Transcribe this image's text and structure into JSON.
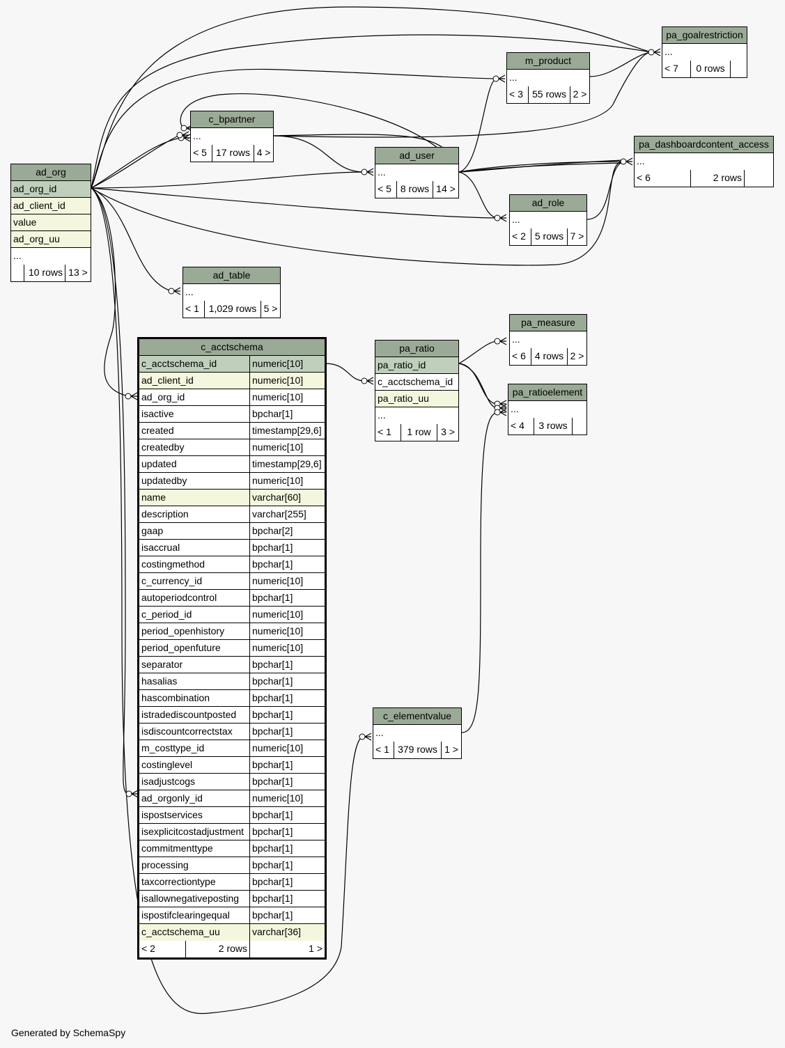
{
  "colors": {
    "background": "#f7f7f7",
    "header": "#9aaa96",
    "primary_key": "#bfcfbb",
    "indexed": "#f4f7de",
    "plain": "#ffffff"
  },
  "footer_note": "Generated by SchemaSpy",
  "tables": {
    "ad_org": {
      "name": "ad_org",
      "columns": [
        {
          "name": "ad_org_id",
          "kind": "pk"
        },
        {
          "name": "ad_client_id",
          "kind": "idx"
        },
        {
          "name": "value",
          "kind": "idx"
        },
        {
          "name": "ad_org_uu",
          "kind": "idx"
        },
        {
          "name": "...",
          "kind": "plain"
        }
      ],
      "parents": "",
      "rows": "10 rows",
      "children": "13 >"
    },
    "c_bpartner": {
      "name": "c_bpartner",
      "columns": [
        {
          "name": "...",
          "kind": "plain"
        }
      ],
      "parents": "< 5",
      "rows": "17 rows",
      "children": "4 >"
    },
    "ad_user": {
      "name": "ad_user",
      "columns": [
        {
          "name": "...",
          "kind": "plain"
        }
      ],
      "parents": "< 5",
      "rows": "8 rows",
      "children": "14 >"
    },
    "m_product": {
      "name": "m_product",
      "columns": [
        {
          "name": "...",
          "kind": "plain"
        }
      ],
      "parents": "< 3",
      "rows": "55 rows",
      "children": "2 >"
    },
    "pa_goalrestriction": {
      "name": "pa_goalrestriction",
      "columns": [
        {
          "name": "...",
          "kind": "plain"
        }
      ],
      "parents": "< 7",
      "rows": "0 rows",
      "children": ""
    },
    "pa_dashboardcontent_access": {
      "name": "pa_dashboardcontent_access",
      "columns": [
        {
          "name": "...",
          "kind": "plain"
        }
      ],
      "parents": "< 6",
      "rows": "2 rows",
      "children": ""
    },
    "ad_role": {
      "name": "ad_role",
      "columns": [
        {
          "name": "...",
          "kind": "plain"
        }
      ],
      "parents": "< 2",
      "rows": "5 rows",
      "children": "7 >"
    },
    "ad_table": {
      "name": "ad_table",
      "columns": [
        {
          "name": "...",
          "kind": "plain"
        }
      ],
      "parents": "< 1",
      "rows": "1,029 rows",
      "children": "5 >"
    },
    "pa_measure": {
      "name": "pa_measure",
      "columns": [
        {
          "name": "...",
          "kind": "plain"
        }
      ],
      "parents": "< 6",
      "rows": "4 rows",
      "children": "2 >"
    },
    "pa_ratioelement": {
      "name": "pa_ratioelement",
      "columns": [
        {
          "name": "...",
          "kind": "plain"
        }
      ],
      "parents": "< 4",
      "rows": "3 rows",
      "children": ""
    },
    "c_elementvalue": {
      "name": "c_elementvalue",
      "columns": [
        {
          "name": "...",
          "kind": "plain"
        }
      ],
      "parents": "< 1",
      "rows": "379 rows",
      "children": "1 >"
    },
    "pa_ratio": {
      "name": "pa_ratio",
      "columns": [
        {
          "name": "pa_ratio_id",
          "kind": "pk"
        },
        {
          "name": "c_acctschema_id",
          "kind": "plain"
        },
        {
          "name": "pa_ratio_uu",
          "kind": "idx"
        },
        {
          "name": "...",
          "kind": "plain"
        }
      ],
      "parents": "< 1",
      "rows": "1 row",
      "children": "3 >"
    },
    "c_acctschema": {
      "name": "c_acctschema",
      "columns": [
        {
          "name": "c_acctschema_id",
          "type": "numeric[10]",
          "kind": "pk"
        },
        {
          "name": "ad_client_id",
          "type": "numeric[10]",
          "kind": "idx"
        },
        {
          "name": "ad_org_id",
          "type": "numeric[10]",
          "kind": "plain"
        },
        {
          "name": "isactive",
          "type": "bpchar[1]",
          "kind": "plain"
        },
        {
          "name": "created",
          "type": "timestamp[29,6]",
          "kind": "plain"
        },
        {
          "name": "createdby",
          "type": "numeric[10]",
          "kind": "plain"
        },
        {
          "name": "updated",
          "type": "timestamp[29,6]",
          "kind": "plain"
        },
        {
          "name": "updatedby",
          "type": "numeric[10]",
          "kind": "plain"
        },
        {
          "name": "name",
          "type": "varchar[60]",
          "kind": "idx"
        },
        {
          "name": "description",
          "type": "varchar[255]",
          "kind": "plain"
        },
        {
          "name": "gaap",
          "type": "bpchar[2]",
          "kind": "plain"
        },
        {
          "name": "isaccrual",
          "type": "bpchar[1]",
          "kind": "plain"
        },
        {
          "name": "costingmethod",
          "type": "bpchar[1]",
          "kind": "plain"
        },
        {
          "name": "c_currency_id",
          "type": "numeric[10]",
          "kind": "plain"
        },
        {
          "name": "autoperiodcontrol",
          "type": "bpchar[1]",
          "kind": "plain"
        },
        {
          "name": "c_period_id",
          "type": "numeric[10]",
          "kind": "plain"
        },
        {
          "name": "period_openhistory",
          "type": "numeric[10]",
          "kind": "plain"
        },
        {
          "name": "period_openfuture",
          "type": "numeric[10]",
          "kind": "plain"
        },
        {
          "name": "separator",
          "type": "bpchar[1]",
          "kind": "plain"
        },
        {
          "name": "hasalias",
          "type": "bpchar[1]",
          "kind": "plain"
        },
        {
          "name": "hascombination",
          "type": "bpchar[1]",
          "kind": "plain"
        },
        {
          "name": "istradediscountposted",
          "type": "bpchar[1]",
          "kind": "plain"
        },
        {
          "name": "isdiscountcorrectstax",
          "type": "bpchar[1]",
          "kind": "plain"
        },
        {
          "name": "m_costtype_id",
          "type": "numeric[10]",
          "kind": "plain"
        },
        {
          "name": "costinglevel",
          "type": "bpchar[1]",
          "kind": "plain"
        },
        {
          "name": "isadjustcogs",
          "type": "bpchar[1]",
          "kind": "plain"
        },
        {
          "name": "ad_orgonly_id",
          "type": "numeric[10]",
          "kind": "plain"
        },
        {
          "name": "ispostservices",
          "type": "bpchar[1]",
          "kind": "plain"
        },
        {
          "name": "isexplicitcostadjustment",
          "type": "bpchar[1]",
          "kind": "plain"
        },
        {
          "name": "commitmenttype",
          "type": "bpchar[1]",
          "kind": "plain"
        },
        {
          "name": "processing",
          "type": "bpchar[1]",
          "kind": "plain"
        },
        {
          "name": "taxcorrectiontype",
          "type": "bpchar[1]",
          "kind": "plain"
        },
        {
          "name": "isallownegativeposting",
          "type": "bpchar[1]",
          "kind": "plain"
        },
        {
          "name": "ispostifclearingequal",
          "type": "bpchar[1]",
          "kind": "plain"
        },
        {
          "name": "c_acctschema_uu",
          "type": "varchar[36]",
          "kind": "idx"
        }
      ],
      "parents": "< 2",
      "rows": "2 rows",
      "children": "1 >"
    }
  }
}
